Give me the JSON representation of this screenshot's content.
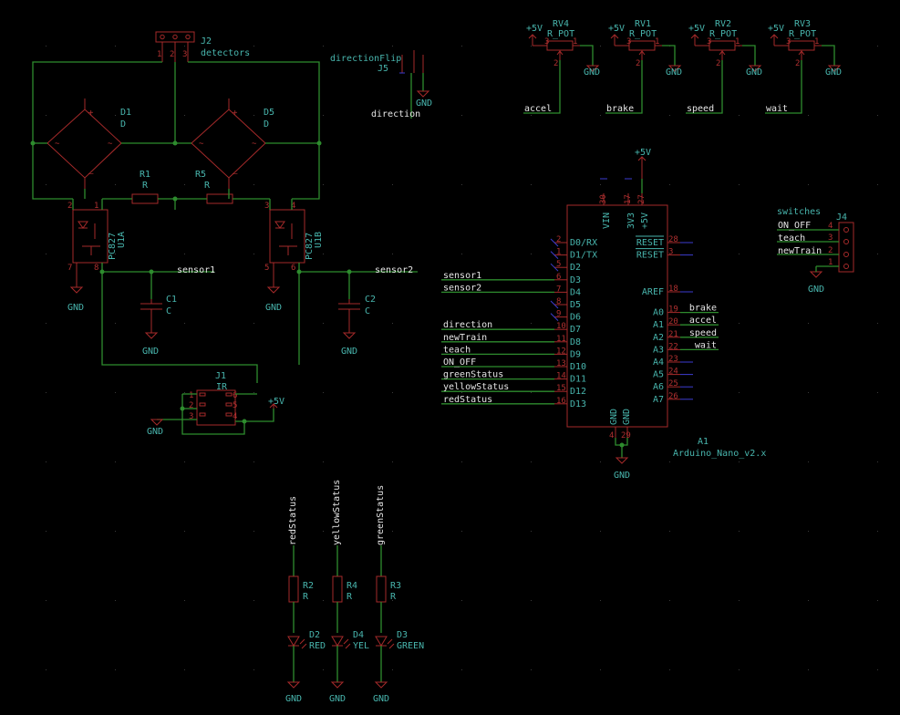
{
  "theme": {
    "background": "#000000",
    "wire_color": "#2e8c2e",
    "component_color": "#a52a2a",
    "text_color": "#48b5ad",
    "label_color": "#e6e6e6",
    "pin_color": "#b03030",
    "unconnected_pin_color": "#3c3cd0"
  },
  "detectors": {
    "ref": "J2",
    "value": "detectors"
  },
  "direction_flip": {
    "ref": "J5",
    "value": "directionFlip",
    "gnd": "GND",
    "label": "direction"
  },
  "bridges": [
    {
      "ref": "D1",
      "value": "D"
    },
    {
      "ref": "D5",
      "value": "D"
    }
  ],
  "resistors_top": [
    {
      "ref": "R1",
      "value": "R"
    },
    {
      "ref": "R5",
      "value": "R"
    }
  ],
  "optos": [
    {
      "ref": "U1A",
      "value": "PC827"
    },
    {
      "ref": "U1B",
      "value": "PC827"
    }
  ],
  "sensor_labels": [
    "sensor1",
    "sensor2"
  ],
  "caps": [
    {
      "ref": "C1",
      "value": "C"
    },
    {
      "ref": "C2",
      "value": "C"
    }
  ],
  "ir": {
    "ref": "J1",
    "value": "IR",
    "supply": "+5V",
    "gnd": "GND"
  },
  "gnd": "GND",
  "pots": [
    {
      "ref": "RV4",
      "value": "R_POT",
      "supply": "+5V",
      "label": "accel"
    },
    {
      "ref": "RV1",
      "value": "R_POT",
      "supply": "+5V",
      "label": "brake"
    },
    {
      "ref": "RV2",
      "value": "R_POT",
      "supply": "+5V",
      "label": "speed"
    },
    {
      "ref": "RV3",
      "value": "R_POT",
      "supply": "+5V",
      "label": "wait"
    }
  ],
  "arduino": {
    "ref": "A1",
    "value": "Arduino_Nano_v2.x",
    "supply": "+5V",
    "top_pins": [
      {
        "num": "30",
        "name": "VIN"
      },
      {
        "num": "17",
        "name": "3V3"
      },
      {
        "num": "27",
        "name": "+5V"
      }
    ],
    "left_pins": [
      {
        "num": "2",
        "name": "D0/RX",
        "net": ""
      },
      {
        "num": "1",
        "name": "D1/TX",
        "net": ""
      },
      {
        "num": "5",
        "name": "D2",
        "net": ""
      },
      {
        "num": "6",
        "name": "D3",
        "net": "sensor1"
      },
      {
        "num": "7",
        "name": "D4",
        "net": "sensor2"
      },
      {
        "num": "8",
        "name": "D5",
        "net": ""
      },
      {
        "num": "9",
        "name": "D6",
        "net": ""
      },
      {
        "num": "10",
        "name": "D7",
        "net": "direction"
      },
      {
        "num": "11",
        "name": "D8",
        "net": "newTrain"
      },
      {
        "num": "12",
        "name": "D9",
        "net": "teach"
      },
      {
        "num": "13",
        "name": "D10",
        "net": "ON_OFF"
      },
      {
        "num": "14",
        "name": "D11",
        "net": "greenStatus"
      },
      {
        "num": "15",
        "name": "D12",
        "net": "yellowStatus"
      },
      {
        "num": "16",
        "name": "D13",
        "net": "redStatus"
      }
    ],
    "right_pins": [
      {
        "num": "28",
        "name": "RESET",
        "net": ""
      },
      {
        "num": "3",
        "name": "RESET",
        "net": ""
      },
      {
        "num": "18",
        "name": "AREF",
        "net": ""
      },
      {
        "num": "19",
        "name": "A0",
        "net": "brake"
      },
      {
        "num": "20",
        "name": "A1",
        "net": "accel"
      },
      {
        "num": "21",
        "name": "A2",
        "net": "speed"
      },
      {
        "num": "22",
        "name": "A3",
        "net": "wait"
      },
      {
        "num": "23",
        "name": "A4",
        "net": ""
      },
      {
        "num": "24",
        "name": "A5",
        "net": ""
      },
      {
        "num": "25",
        "name": "A6",
        "net": ""
      },
      {
        "num": "26",
        "name": "A7",
        "net": ""
      }
    ],
    "bottom_pins": [
      {
        "num": "4",
        "name": "GND"
      },
      {
        "num": "29",
        "name": "GND"
      }
    ]
  },
  "switches": {
    "ref": "J4",
    "value": "switches",
    "gnd": "GND",
    "pins": [
      {
        "num": "4",
        "net": "ON_OFF"
      },
      {
        "num": "3",
        "net": "teach"
      },
      {
        "num": "2",
        "net": "newTrain"
      },
      {
        "num": "1",
        "net": ""
      }
    ]
  },
  "leds": [
    {
      "net": "redStatus",
      "r_ref": "R2",
      "r_value": "R",
      "d_ref": "D2",
      "d_value": "RED"
    },
    {
      "net": "yellowStatus",
      "r_ref": "R4",
      "r_value": "R",
      "d_ref": "D4",
      "d_value": "YEL"
    },
    {
      "net": "greenStatus",
      "r_ref": "R3",
      "r_value": "R",
      "d_ref": "D3",
      "d_value": "GREEN"
    }
  ]
}
